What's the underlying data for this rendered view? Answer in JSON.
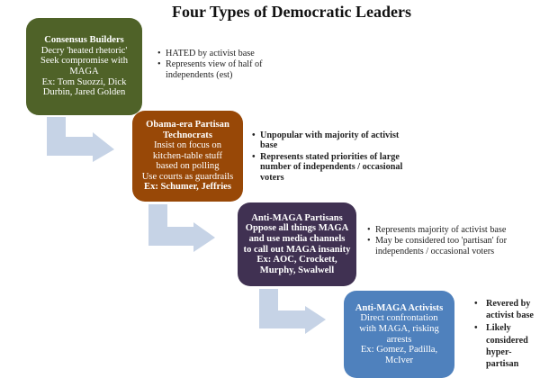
{
  "title": "Four Types of Democratic Leaders",
  "colors": {
    "consensus": "#4f6228",
    "technocrats": "#984807",
    "partisans": "#403152",
    "activists": "#4f81bd",
    "arrow": "#c6d3e6"
  },
  "leaders": [
    {
      "heading": "Consensus Builders",
      "lines": [
        "Decry 'heated rhetoric'",
        "Seek compromise with",
        "MAGA",
        "Ex: Tom Suozzi, Dick",
        "Durbin, Jared Golden"
      ],
      "bullets": [
        "HATED by activist base",
        "Represents view of half of independents (est)"
      ]
    },
    {
      "heading": "Obama-era Partisan Technocrats",
      "lines": [
        "Insist on focus on",
        "kitchen-table stuff",
        "based on polling",
        "Use courts as guardrails",
        "Ex: Schumer, Jeffries"
      ],
      "bullets": [
        "Unpopular with majority of activist base",
        "Represents stated priorities of large number of independents / occasional voters"
      ]
    },
    {
      "heading": "Anti-MAGA Partisans",
      "lines": [
        "Oppose all things MAGA",
        "and use media channels",
        "to call out MAGA insanity",
        "Ex: AOC, Crockett,",
        "Murphy, Swalwell"
      ],
      "bullets": [
        "Represents majority of activist base",
        "May be considered too 'partisan' for independents / occasional voters"
      ]
    },
    {
      "heading": "Anti-MAGA Activists",
      "lines": [
        "Direct confrontation",
        "with MAGA, risking",
        "arrests",
        "Ex: Gomez, Padilla,",
        "McIver"
      ],
      "bullets": [
        "Revered by activist base",
        "Likely considered hyper-partisan"
      ]
    }
  ]
}
